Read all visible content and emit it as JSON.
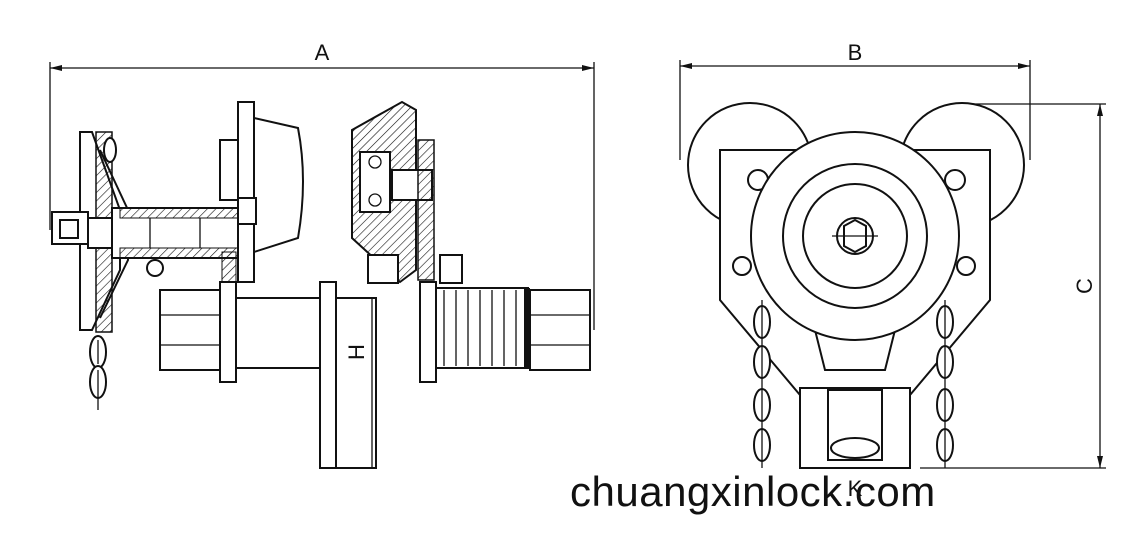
{
  "dimensions": {
    "a": "A",
    "b": "B",
    "c": "C",
    "h": "H",
    "k": "K"
  },
  "watermark": "chuangxinlock.com"
}
